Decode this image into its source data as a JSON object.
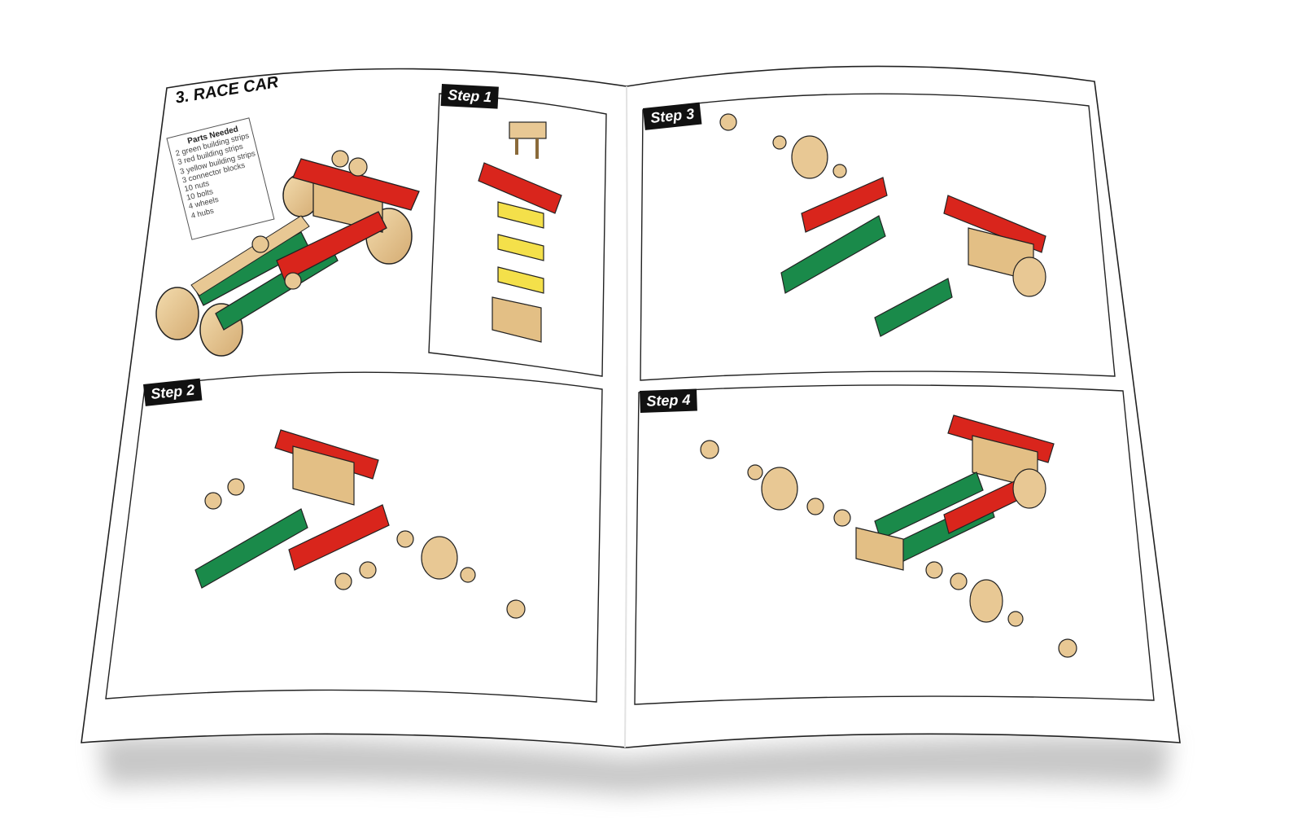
{
  "booklet": {
    "title": "3. RACE CAR",
    "parts_needed": {
      "heading": "Parts Needed",
      "items": [
        "2 green building strips",
        "3 red building strips",
        "3 yellow building strips",
        "3 connector blocks",
        "10 nuts",
        "10 bolts",
        "4 wheels",
        "4 hubs"
      ]
    },
    "steps": [
      {
        "label": "Step 1"
      },
      {
        "label": "Step 2"
      },
      {
        "label": "Step 3"
      },
      {
        "label": "Step 4"
      }
    ]
  },
  "colors": {
    "red_strip": "#d9251c",
    "green_strip": "#1a8a4a",
    "yellow_strip": "#f4e04a",
    "wood": "#e8c894",
    "wood_dark": "#c9a06a",
    "outline": "#111111"
  }
}
